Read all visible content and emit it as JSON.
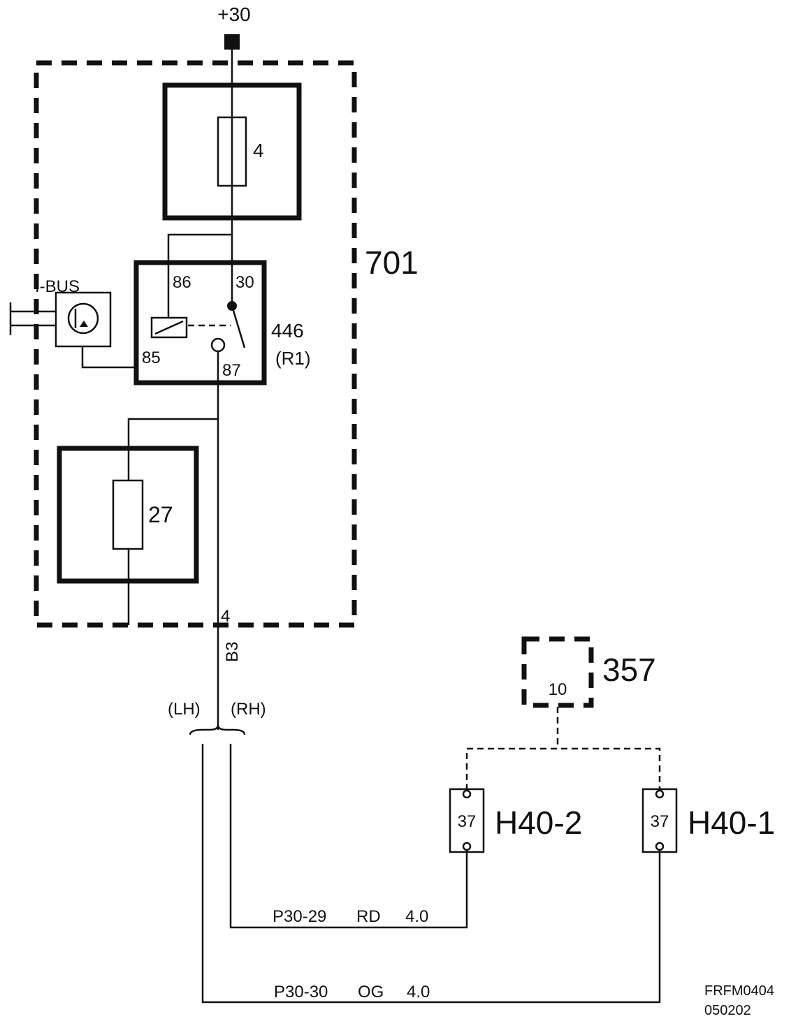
{
  "supply": {
    "label": "+30"
  },
  "central_electronic_module": {
    "number": "701"
  },
  "fuse_top": {
    "number": "4"
  },
  "fuse_bottom": {
    "number": "27"
  },
  "relay": {
    "number": "446",
    "ref": "(R1)",
    "pins": {
      "p86": "86",
      "p30": "30",
      "p85": "85",
      "p87": "87"
    }
  },
  "bus": {
    "label": "I-BUS"
  },
  "wire_exit": {
    "pin": "4",
    "connector": "B3"
  },
  "sides": {
    "lh": "(LH)",
    "rh": "(RH)"
  },
  "module_357": {
    "number": "357",
    "pin": "10"
  },
  "connectors": {
    "h40_2": {
      "name": "H40-2",
      "pin": "37"
    },
    "h40_1": {
      "name": "H40-1",
      "pin": "37"
    }
  },
  "wires": {
    "rd": {
      "id": "P30-29",
      "color": "RD",
      "size": "4.0"
    },
    "og": {
      "id": "P30-30",
      "color": "OG",
      "size": "4.0"
    }
  },
  "footer": {
    "code": "FRFM0404",
    "date": "050202"
  }
}
